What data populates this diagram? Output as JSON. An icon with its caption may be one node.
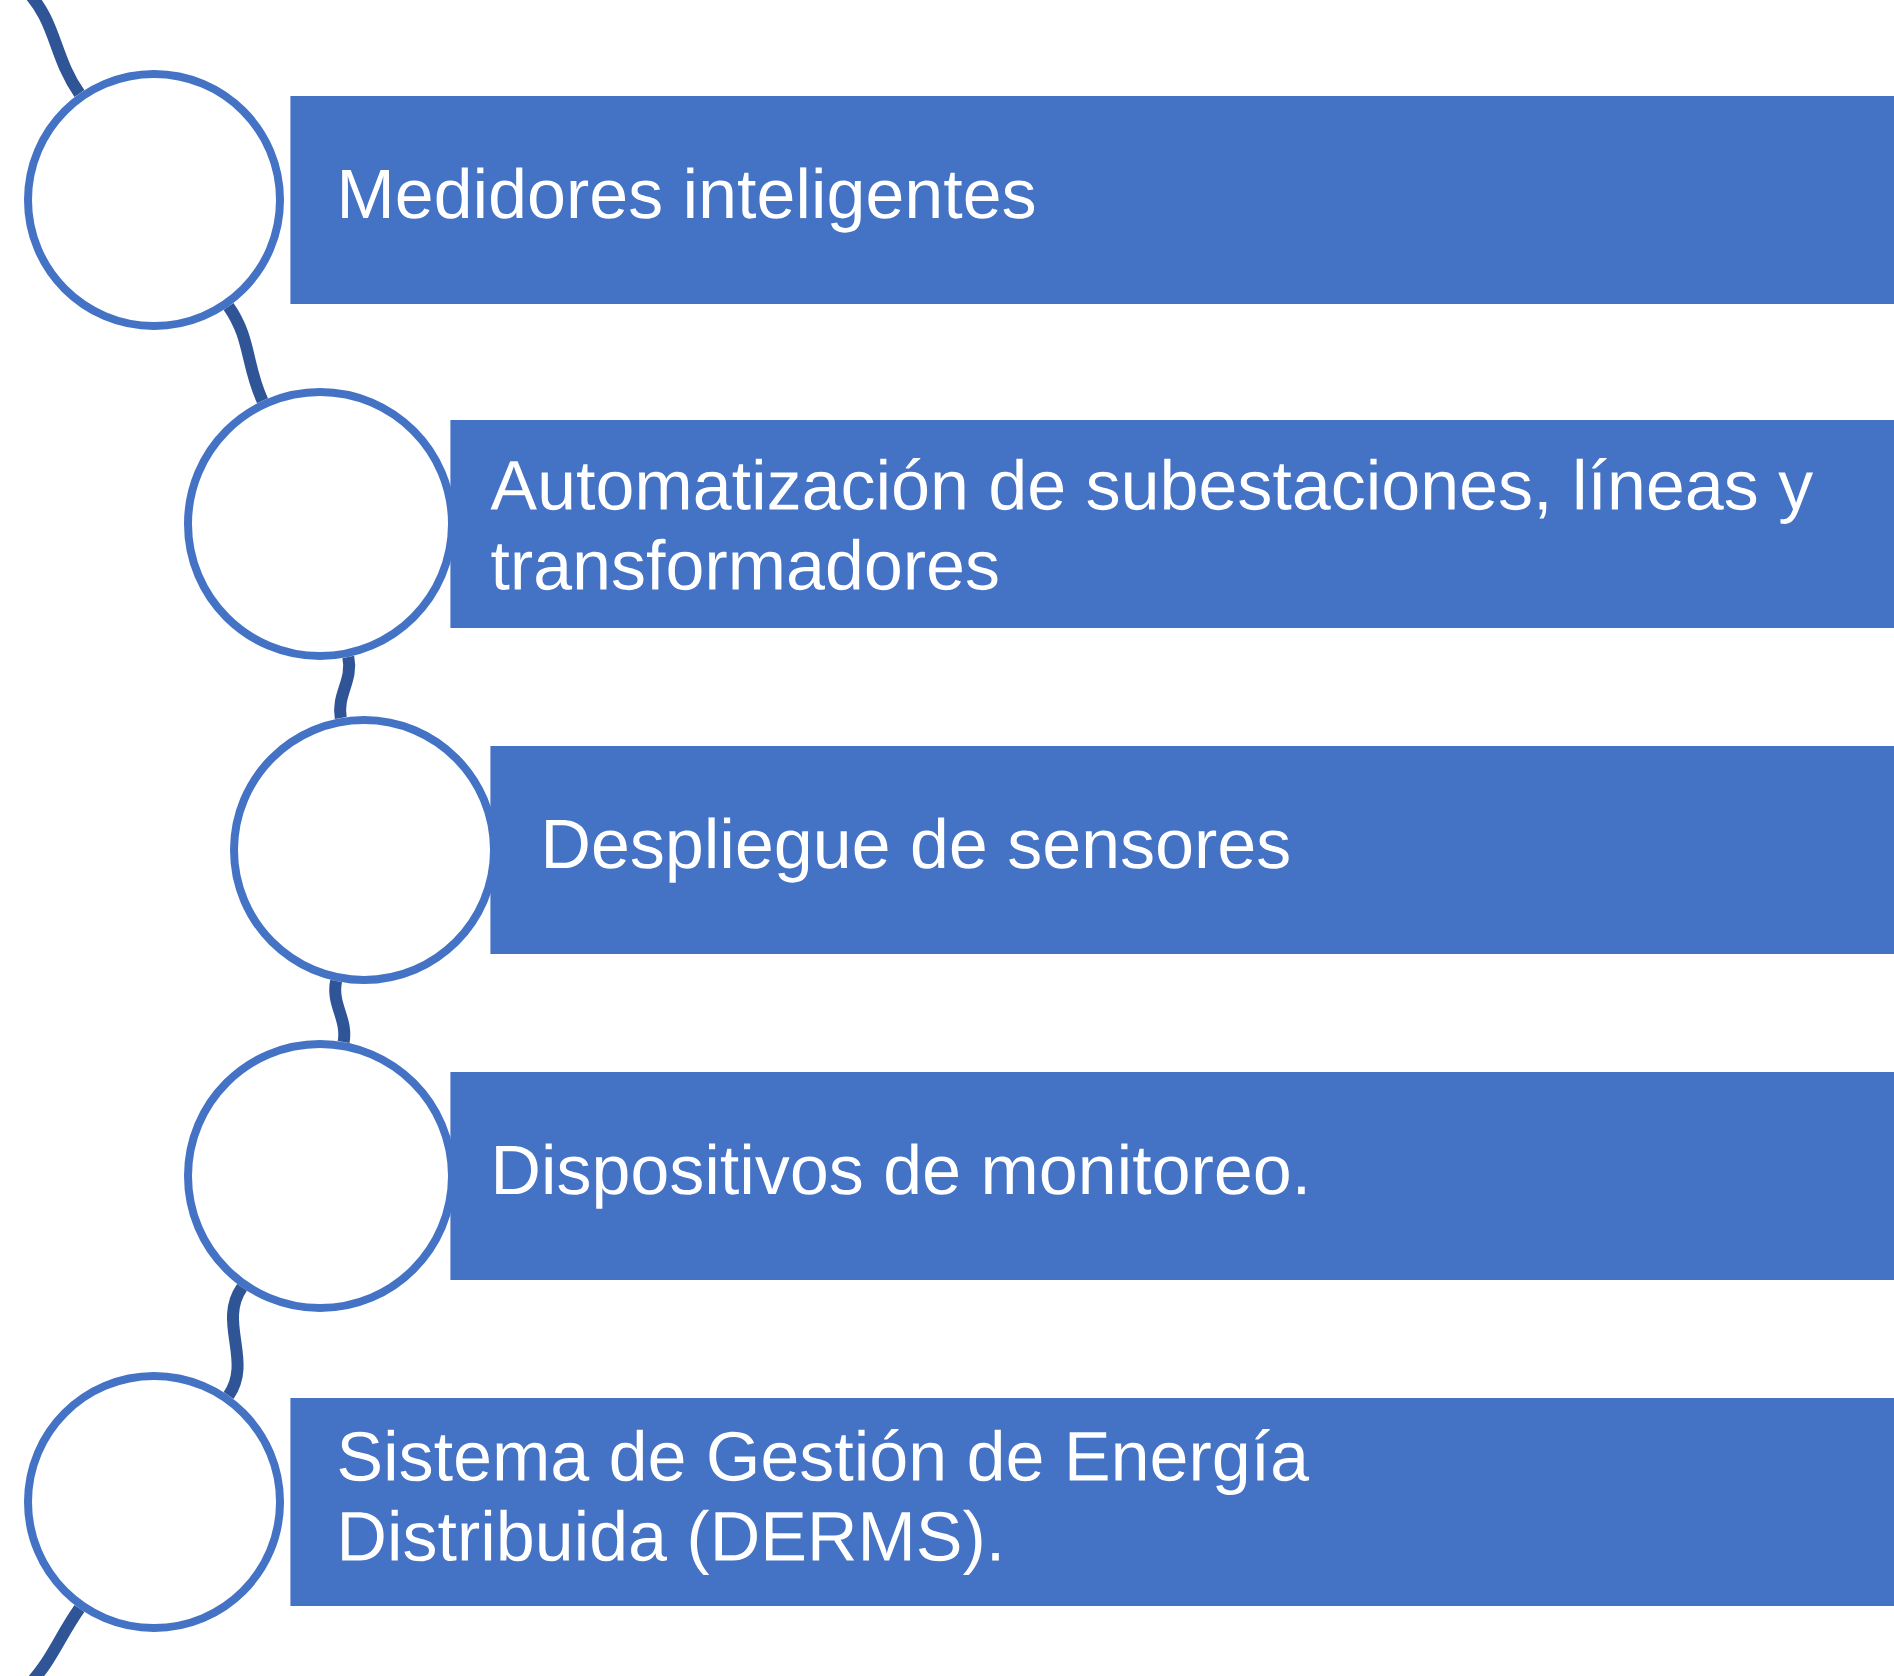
{
  "diagram": {
    "nodes": [
      {
        "text": [
          "Medidores inteligentes"
        ]
      },
      {
        "text": [
          "Automatización de subestaciones, líneas y transformadores"
        ]
      },
      {
        "text": [
          "Despliegue de sensores"
        ]
      },
      {
        "text": [
          "Dispositivos de monitoreo."
        ]
      },
      {
        "text": [
          "Sistema de Gestión de Energía Distribuida (DERMS)."
        ]
      },
      {
        "text": [],
        "shape": "circle"
      },
      {
        "text": [],
        "shape": "circle"
      },
      {
        "text": [],
        "shape": "circle"
      },
      {
        "text": [],
        "shape": "circle"
      },
      {
        "text": [],
        "shape": "circle"
      }
    ],
    "edges": [
      {
        "from": null,
        "to": 5,
        "arrow": "none"
      },
      {
        "from": 5,
        "to": 6,
        "arrow": "none"
      },
      {
        "from": 6,
        "to": 7,
        "arrow": "none"
      },
      {
        "from": 7,
        "to": 8,
        "arrow": "none"
      },
      {
        "from": 8,
        "to": 9,
        "arrow": "none"
      },
      {
        "from": 9,
        "to": null,
        "arrow": "none"
      }
    ]
  }
}
